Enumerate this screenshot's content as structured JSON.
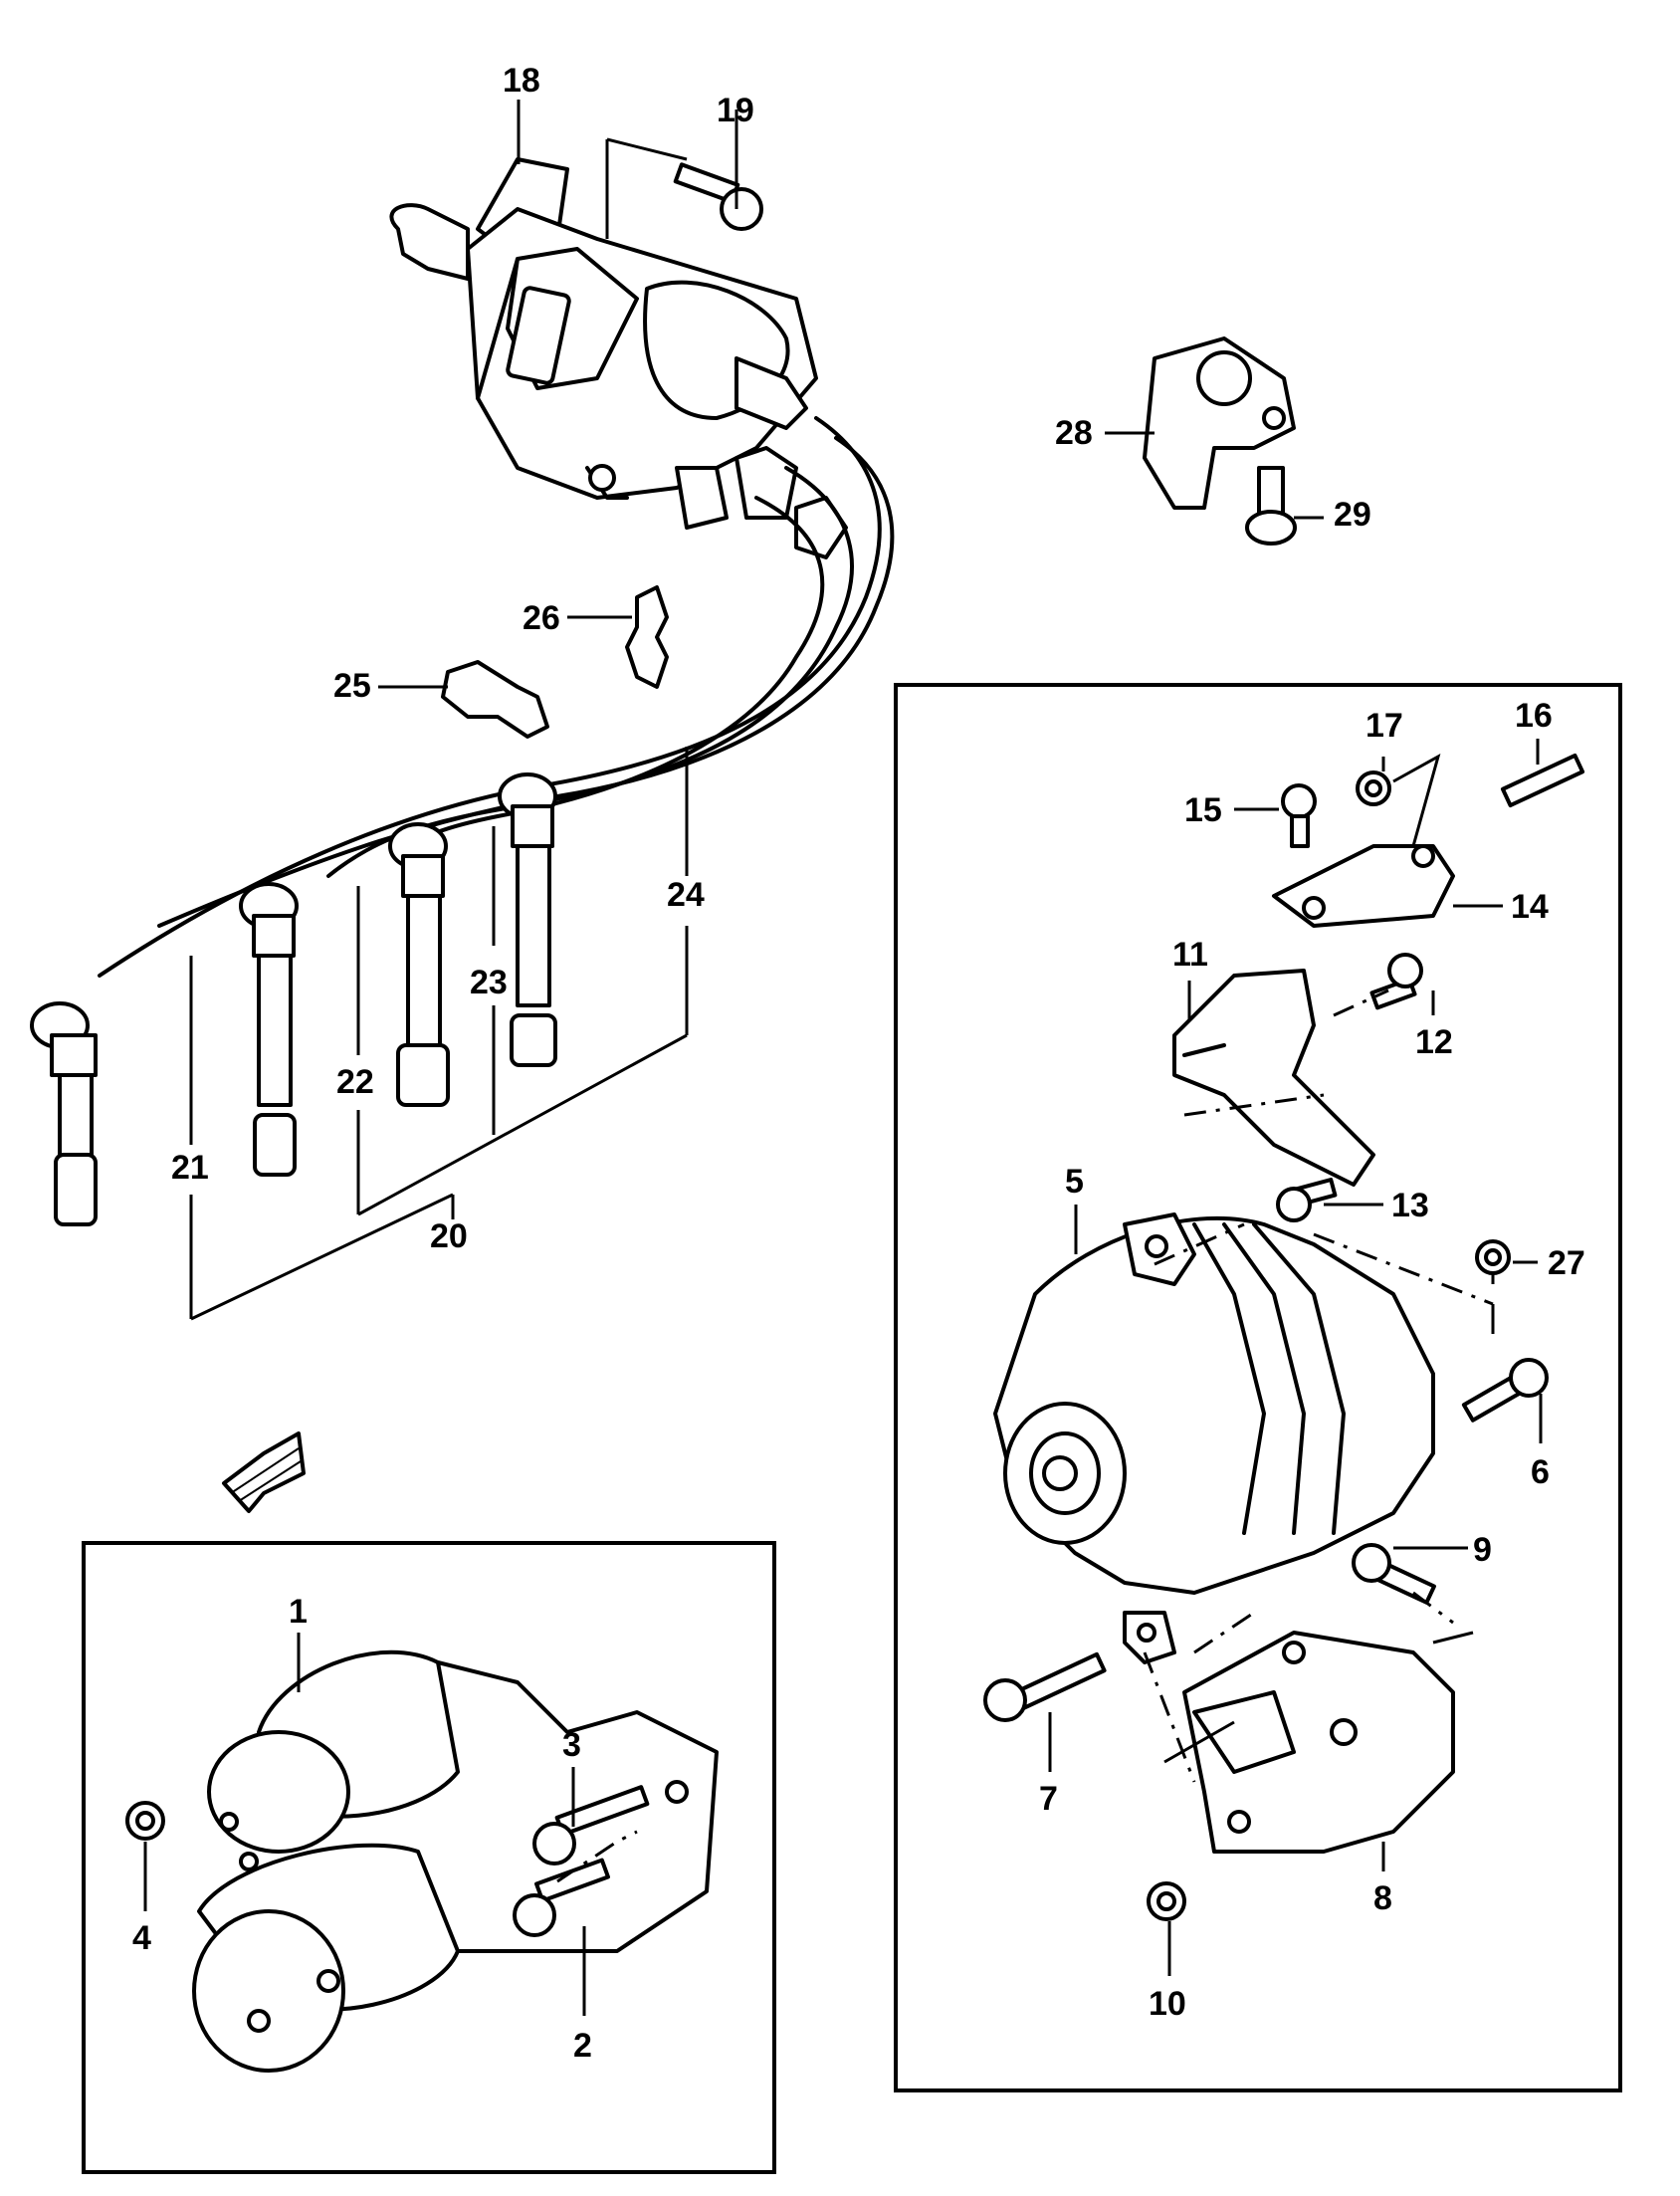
{
  "callouts": {
    "c1": "1",
    "c2": "2",
    "c3": "3",
    "c4": "4",
    "c5": "5",
    "c6": "6",
    "c7": "7",
    "c8": "8",
    "c9": "9",
    "c10": "10",
    "c11": "11",
    "c12": "12",
    "c13": "13",
    "c14": "14",
    "c15": "15",
    "c16": "16",
    "c17": "17",
    "c18": "18",
    "c19": "19",
    "c20": "20",
    "c21": "21",
    "c22": "22",
    "c23": "23",
    "c24": "24",
    "c25": "25",
    "c26": "26",
    "c27": "27",
    "c28": "28",
    "c29": "29"
  },
  "icons": {
    "front_arrow": "front-direction-arrow"
  },
  "colors": {
    "ink": "#000000",
    "paper": "#ffffff"
  }
}
